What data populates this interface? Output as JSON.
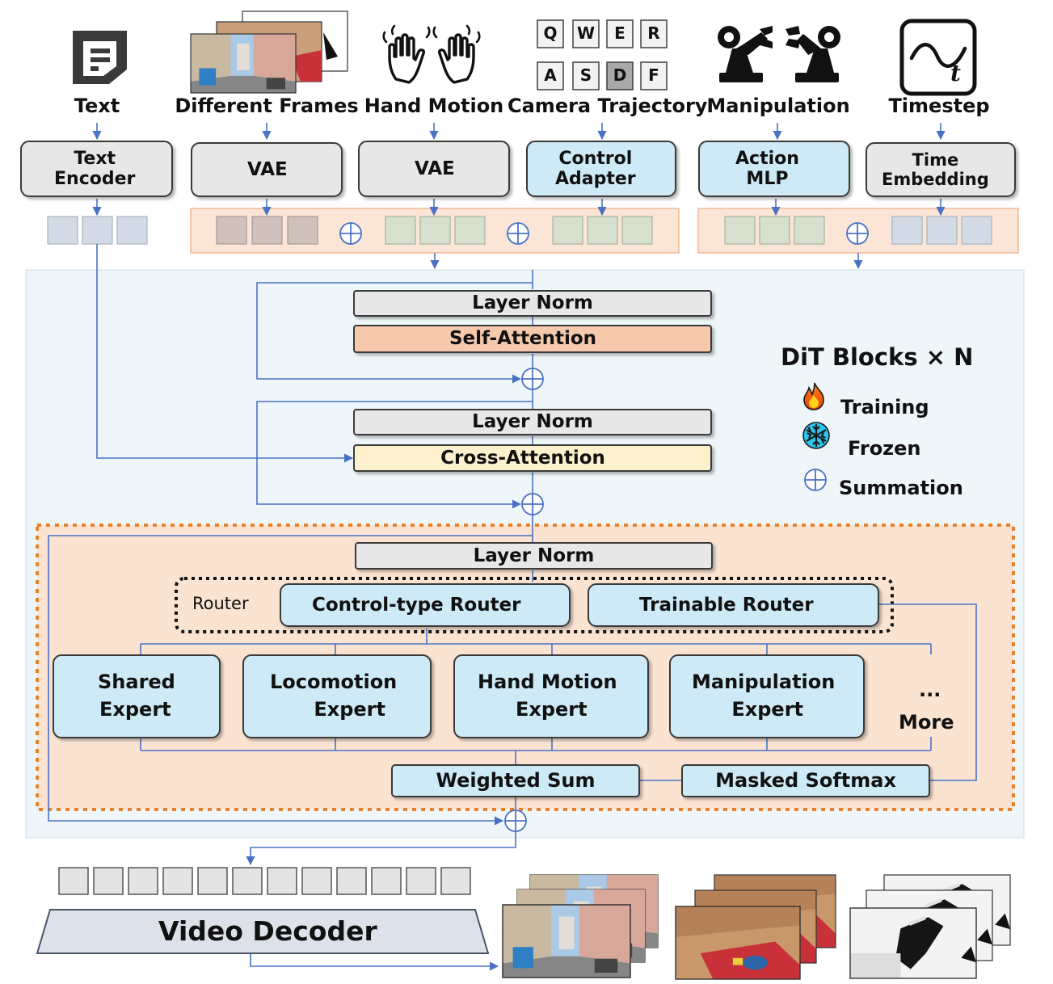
{
  "inputs": {
    "text": "Text",
    "frames": "Different Frames",
    "hand_motion": "Hand Motion",
    "camera": "Camera Trajectory",
    "manipulation": "Manipulation",
    "timestep": "Timestep"
  },
  "keys": [
    "Q",
    "W",
    "E",
    "R",
    "A",
    "S",
    "D",
    "F"
  ],
  "timestep_symbol": "t",
  "encoders": {
    "text_encoder": [
      "Text",
      "Encoder"
    ],
    "vae1": "VAE",
    "vae2": "VAE",
    "control_adapter": [
      "Control",
      "Adapter"
    ],
    "action_mlp": [
      "Action",
      "MLP"
    ],
    "time_embedding": [
      "Time",
      "Embedding"
    ]
  },
  "block": {
    "layer_norm_1": "Layer Norm",
    "self_attention": "Self-Attention",
    "layer_norm_2": "Layer Norm",
    "cross_attention": "Cross-Attention",
    "layer_norm_3": "Layer Norm",
    "router_label": "Router",
    "control_type_router": "Control-type Router",
    "trainable_router": "Trainable Router",
    "weighted_sum": "Weighted Sum",
    "masked_softmax": "Masked Softmax"
  },
  "experts": {
    "shared": [
      "Shared",
      "Expert"
    ],
    "locomotion": [
      "Locomotion",
      "Expert"
    ],
    "hand_motion": [
      "Hand Motion",
      "Expert"
    ],
    "manipulation": [
      "Manipulation",
      "Expert"
    ],
    "more_dots": "...",
    "more": "More"
  },
  "legend": {
    "title": "DiT Blocks × N",
    "training": "Training",
    "frozen": "Frozen",
    "summation": "Summation"
  },
  "decoder": "Video Decoder",
  "colors": {
    "light_blue_box": "#cdeaf6",
    "gray_box": "#e7e7e7",
    "self_attention": "#f6c9ad",
    "cross_attention": "#fdf1cd",
    "moe_region": "#fbe3d2",
    "dit_region": "#eef6f9",
    "arrow": "#4a72c4",
    "dashed_orange": "#e8812b"
  }
}
